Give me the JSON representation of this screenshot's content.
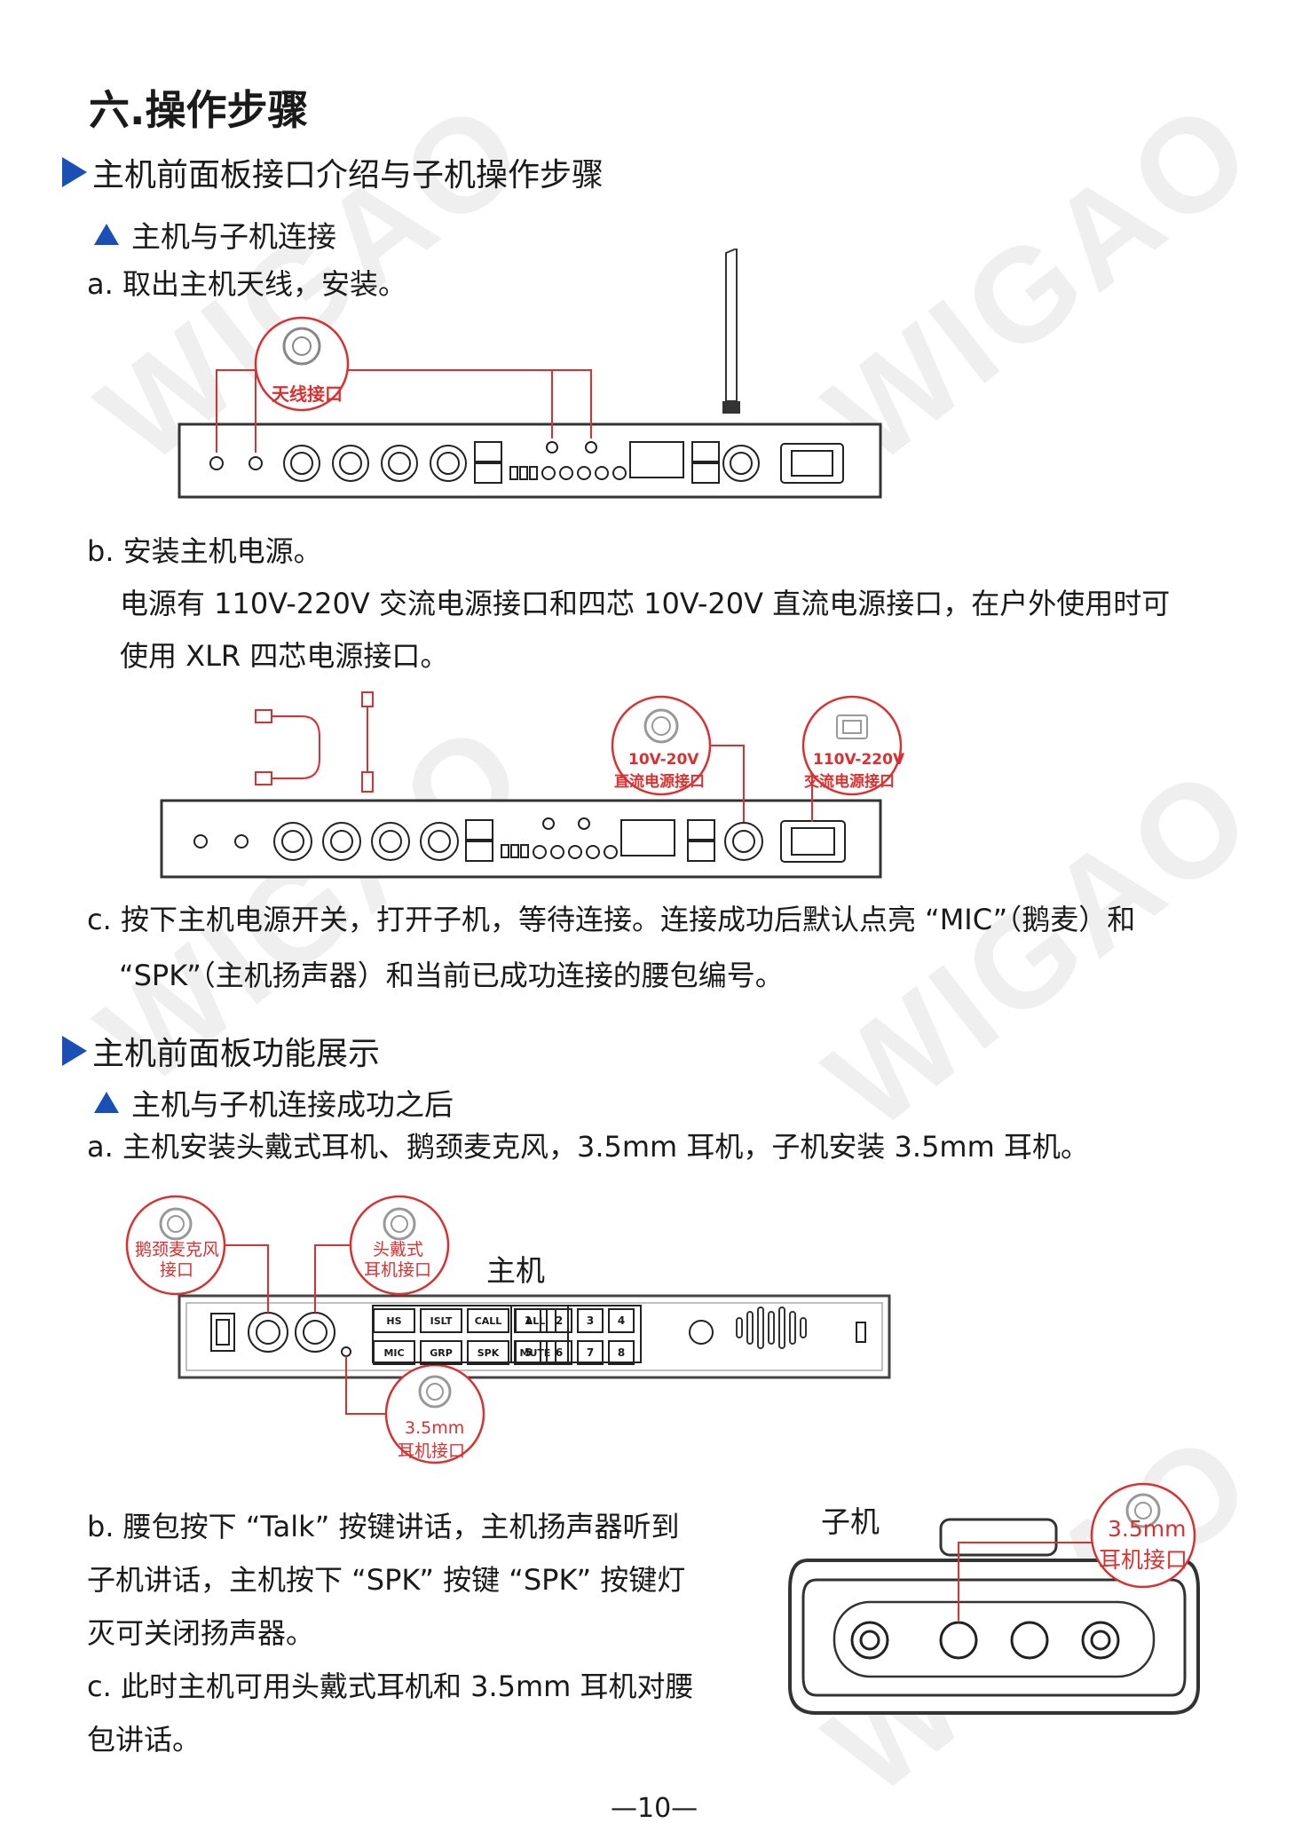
{
  "watermark": "WIGAO",
  "section_title": "六.操作步骤",
  "part1": {
    "heading": "主机前面板接口介绍与子机操作步骤",
    "sub": "主机与子机连接",
    "step_a": "a. 取出主机天线，安装。",
    "antenna_label": "天线接口",
    "step_b": "b. 安装主机电源。",
    "step_b_desc1": "电源有 110V-220V 交流电源接口和四芯 10V-20V 直流电源接口，在户外使用时可",
    "step_b_desc2": "使用 XLR 四芯电源接口。",
    "dc_label1": "10V-20V",
    "dc_label2": "直流电源接口",
    "ac_label1": "110V-220V",
    "ac_label2": "交流电源接口",
    "step_c1": "c. 按下主机电源开关，打开子机，等待连接。连接成功后默认点亮 “MIC”（鹅麦）和",
    "step_c2": "“SPK”（主机扬声器）和当前已成功连接的腰包编号。"
  },
  "part2": {
    "heading": "主机前面板功能展示",
    "sub": "主机与子机连接成功之后",
    "step_a": "a. 主机安装头戴式耳机、鹅颈麦克风，3.5mm 耳机，子机安装 3.5mm 耳机。",
    "gooseneck_label1": "鹅颈麦克风",
    "gooseneck_label2": "接口",
    "headset_label1": "头戴式",
    "headset_label2": "耳机接口",
    "host_label": "主机",
    "jack_label1": "3.5mm",
    "jack_label2": "耳机接口",
    "panel_buttons": [
      "HS",
      "ISLT",
      "CALL",
      "ALL",
      "MIC",
      "GRP",
      "SPK",
      "MUTE"
    ],
    "number_buttons": [
      "1",
      "2",
      "3",
      "4",
      "5",
      "6",
      "7",
      "8"
    ],
    "step_b1": "b. 腰包按下 “Talk” 按键讲话，主机扬声器听到",
    "step_b2": "子机讲话，主机按下 “SPK” 按键 “SPK” 按键灯",
    "step_b3": "灭可关闭扬声器。",
    "step_c1": "c. 此时主机可用头戴式耳机和 3.5mm 耳机对腰",
    "step_c2": "包讲话。",
    "sub_label": "子机",
    "sub_jack_label1": "3.5mm",
    "sub_jack_label2": "耳机接口"
  },
  "page_number": "—10—"
}
